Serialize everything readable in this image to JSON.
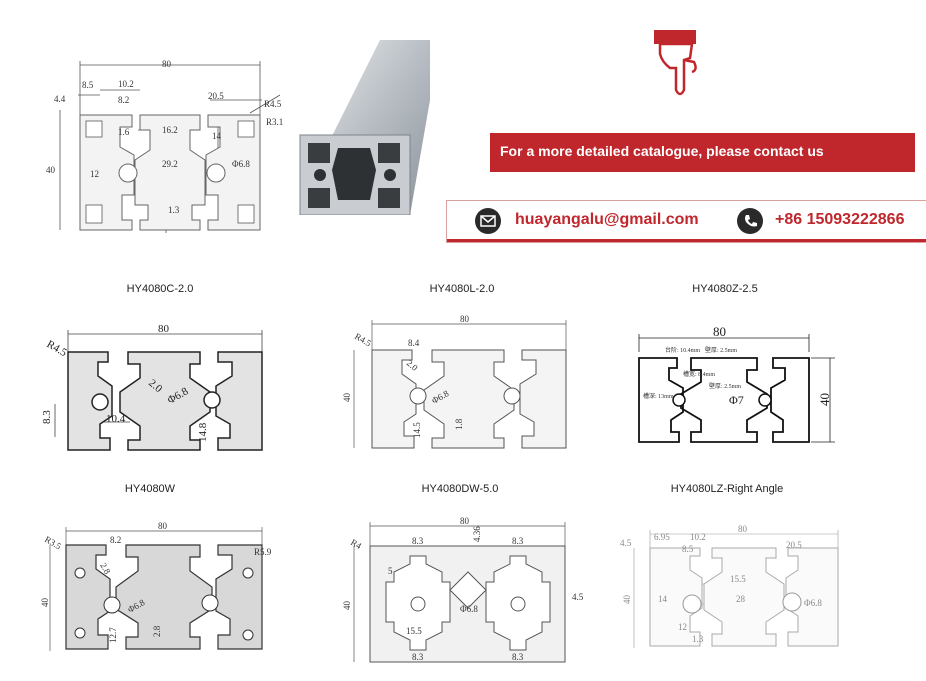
{
  "header": {
    "contact_banner": "For a more detailed catalogue, please contact us",
    "email": "huayangalu@gmail.com",
    "phone": "+86 15093222866",
    "accent_color": "#c0272d",
    "icons": [
      "hand-pointer-icon",
      "mail-icon",
      "phone-icon"
    ]
  },
  "top_drawing": {
    "dims": [
      "80",
      "8.5",
      "10.2",
      "4.4",
      "8.2",
      "20.5",
      "R4.5",
      "R3.1",
      "1.6",
      "16.2",
      "14",
      "40",
      "12",
      "29.2",
      "Φ6.8",
      "1.3"
    ]
  },
  "profiles": [
    {
      "title": "HY4080C-2.0",
      "dims": [
        "80",
        "R4.5",
        "2.0",
        "Φ6.8",
        "8.3",
        "10.4",
        "14.8"
      ]
    },
    {
      "title": "HY4080L-2.0",
      "dims": [
        "80",
        "R4.5",
        "8.4",
        "2.0",
        "40",
        "Φ6.8",
        "14.5",
        "1.8"
      ]
    },
    {
      "title": "HY4080Z-2.5",
      "dims": [
        "80",
        "台阶: 10.4mm",
        "壁厚: 2.5mm",
        "槽宽: 8.4mm",
        "壁厚: 2.5mm",
        "槽深: 13mm",
        "Φ7",
        "40"
      ]
    },
    {
      "title": "HY4080W",
      "dims": [
        "80",
        "R3.5",
        "8.2",
        "2.8",
        "R5.9",
        "40",
        "Φ6.8",
        "12.7",
        "2.8"
      ]
    },
    {
      "title": "HY4080DW-5.0",
      "dims": [
        "80",
        "R4",
        "8.3",
        "4.36",
        "8.3",
        "5",
        "40",
        "Φ6.8",
        "4.5",
        "15.5",
        "8.3",
        "8.3"
      ]
    },
    {
      "title": "HY4080LZ-Right Angle",
      "dims": [
        "80",
        "4.5",
        "6.95",
        "10.2",
        "8.5",
        "20.5",
        "15.5",
        "14",
        "28",
        "Φ6.8",
        "40",
        "12",
        "1.3"
      ]
    }
  ]
}
